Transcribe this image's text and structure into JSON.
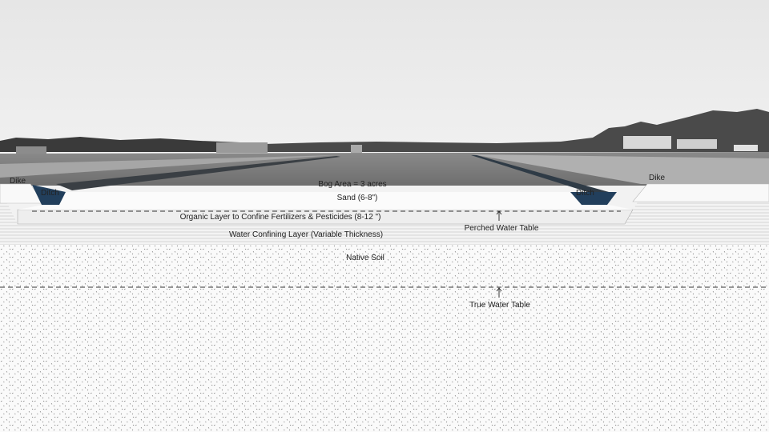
{
  "labels": {
    "dike_left": "Dike",
    "dike_right": "Dike",
    "ditch_left": "Ditch",
    "ditch_right": "Ditch",
    "bog_area": "Bog Area = 3 acres",
    "sand": "Sand (6-8\")",
    "organic_layer": "Organic Layer to Confine Fertilizers & Pesticides (8-12 \")",
    "perched_water_table": "Perched Water Table",
    "water_confining_layer": "Water Confining Layer (Variable Thickness)",
    "native_soil": "Native Soil",
    "true_water_table": "True Water Table"
  },
  "colors": {
    "sky": "#ebebeb",
    "field": "#7b7b7b",
    "ditch_water": "#223f5c",
    "sand": "#f7f7f7",
    "soil_speckle": "#5a5a5a",
    "water_table_line": "#333333"
  }
}
